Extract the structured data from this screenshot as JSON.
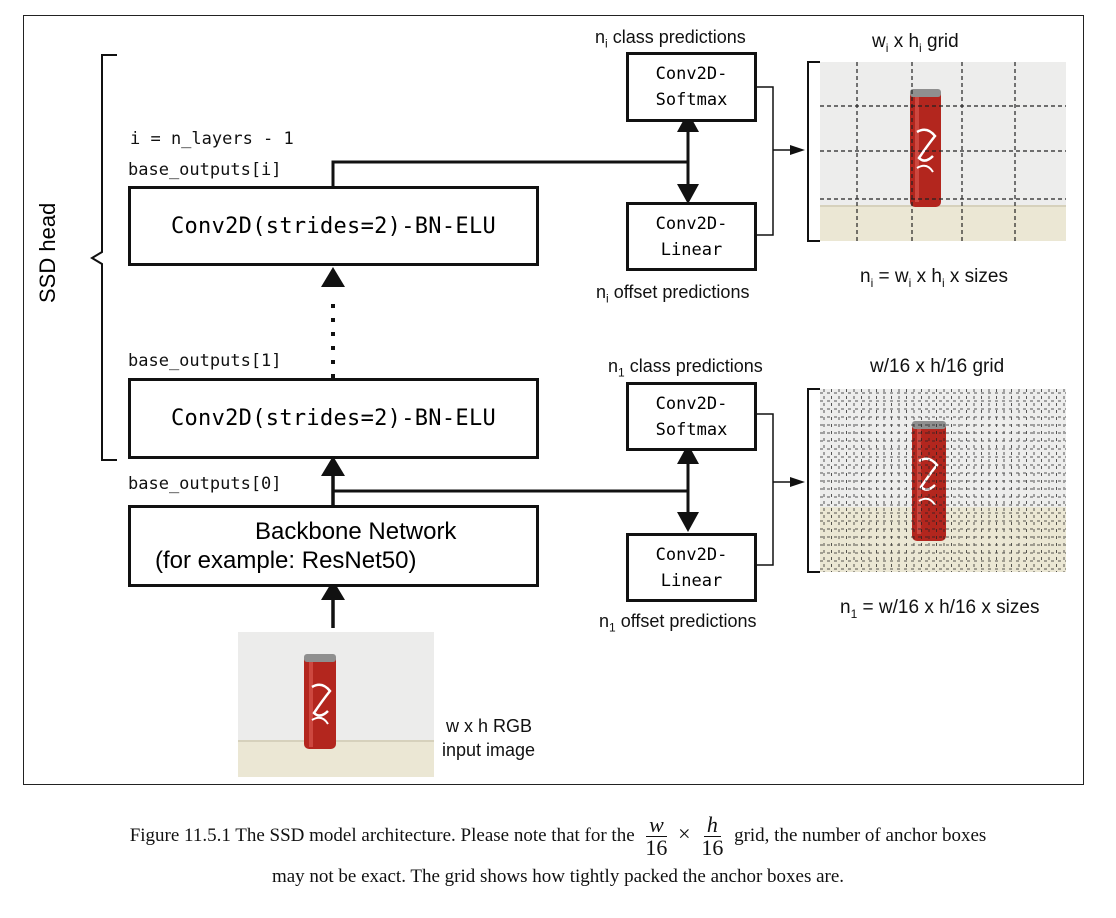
{
  "diagram": {
    "ssd_head_label": "SSD head",
    "index_label": "i = n_layers - 1",
    "base_outputs_i": "base_outputs[i]",
    "base_outputs_1": "base_outputs[1]",
    "base_outputs_0": "base_outputs[0]",
    "conv_block_top": "Conv2D(strides=2)-BN-ELU",
    "conv_block_bottom": "Conv2D(strides=2)-BN-ELU",
    "backbone_line1": "Backbone Network",
    "backbone_line2a": "(for example:",
    "backbone_line2b": "ResNet50)",
    "input_label_line1": "w x h RGB",
    "input_label_line2": "input image",
    "top_branch": {
      "class_predictions": "class predictions",
      "offset_predictions": "offset predictions",
      "n_symbol": "n",
      "n_sub": "i",
      "softmax_line1": "Conv2D-",
      "softmax_line2": "Softmax",
      "linear_line1": "Conv2D-",
      "linear_line2": "Linear",
      "grid_title_w": "w",
      "grid_title_x": "x h",
      "grid_title_sub": "i",
      "grid_title_rest": "grid",
      "formula_n": "n",
      "formula_sub": "i",
      "formula_eq": "= w",
      "formula_x": "x h",
      "formula_rest": "x sizes"
    },
    "bottom_branch": {
      "class_predictions": "class predictions",
      "offset_predictions": "offset predictions",
      "n_symbol": "n",
      "n_sub": "1",
      "softmax_line1": "Conv2D-",
      "softmax_line2": "Softmax",
      "linear_line1": "Conv2D-",
      "linear_line2": "Linear",
      "grid_title": "w/16 x h/16 grid",
      "formula_n": "n",
      "formula_sub": "1",
      "formula_rest": "= w/16 x h/16 x sizes"
    }
  },
  "caption": {
    "line1_before": "Figure 11.5.1 The SSD model architecture. Please note that for the",
    "frac1_num": "w",
    "frac1_den": "16",
    "times": "×",
    "frac2_num": "h",
    "frac2_den": "16",
    "line1_after": "grid, the number of anchor boxes",
    "line2": "may not be exact. The grid shows how tightly packed the anchor boxes are."
  },
  "colors": {
    "ink": "#111111",
    "can_red": "#b3261e",
    "photo_background": "#eeeeec",
    "table_surface": "#ece8d6"
  }
}
